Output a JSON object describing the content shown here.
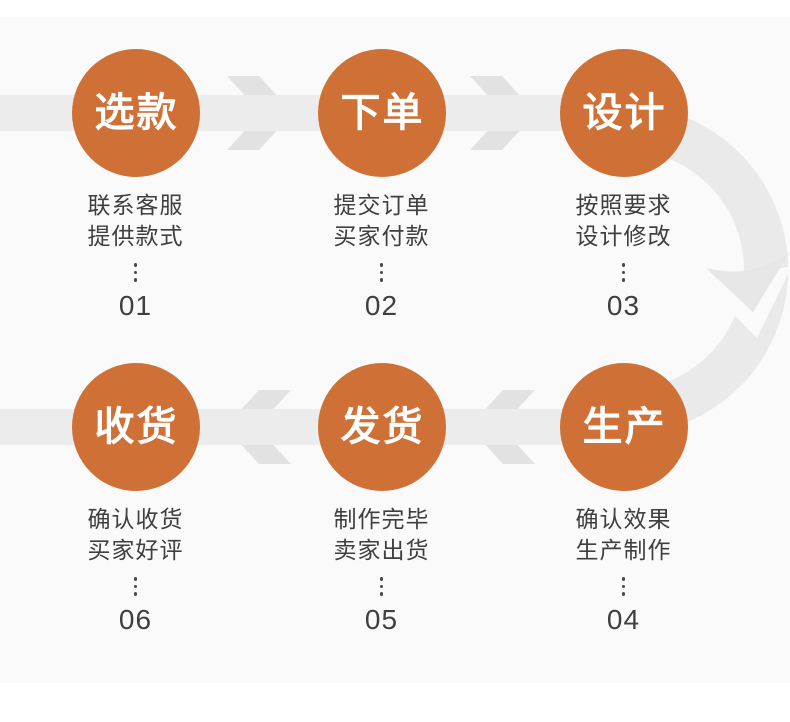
{
  "colors": {
    "circle": "#cf7136",
    "band": "#ececec",
    "chevron": "#e2e2e2",
    "arc": "#eaeaea",
    "arc_head": "#e6e6e6",
    "background_panel": "#fafafa",
    "text": "#3f3f3f"
  },
  "steps": [
    {
      "number": "01",
      "title": "选款",
      "desc_line1": "联系客服",
      "desc_line2": "提供款式"
    },
    {
      "number": "02",
      "title": "下单",
      "desc_line1": "提交订单",
      "desc_line2": "买家付款"
    },
    {
      "number": "03",
      "title": "设计",
      "desc_line1": "按照要求",
      "desc_line2": "设计修改"
    },
    {
      "number": "04",
      "title": "生产",
      "desc_line1": "确认效果",
      "desc_line2": "生产制作"
    },
    {
      "number": "05",
      "title": "发货",
      "desc_line1": "制作完毕",
      "desc_line2": "卖家出货"
    },
    {
      "number": "06",
      "title": "收货",
      "desc_line1": "确认收货",
      "desc_line2": "买家好评"
    }
  ]
}
